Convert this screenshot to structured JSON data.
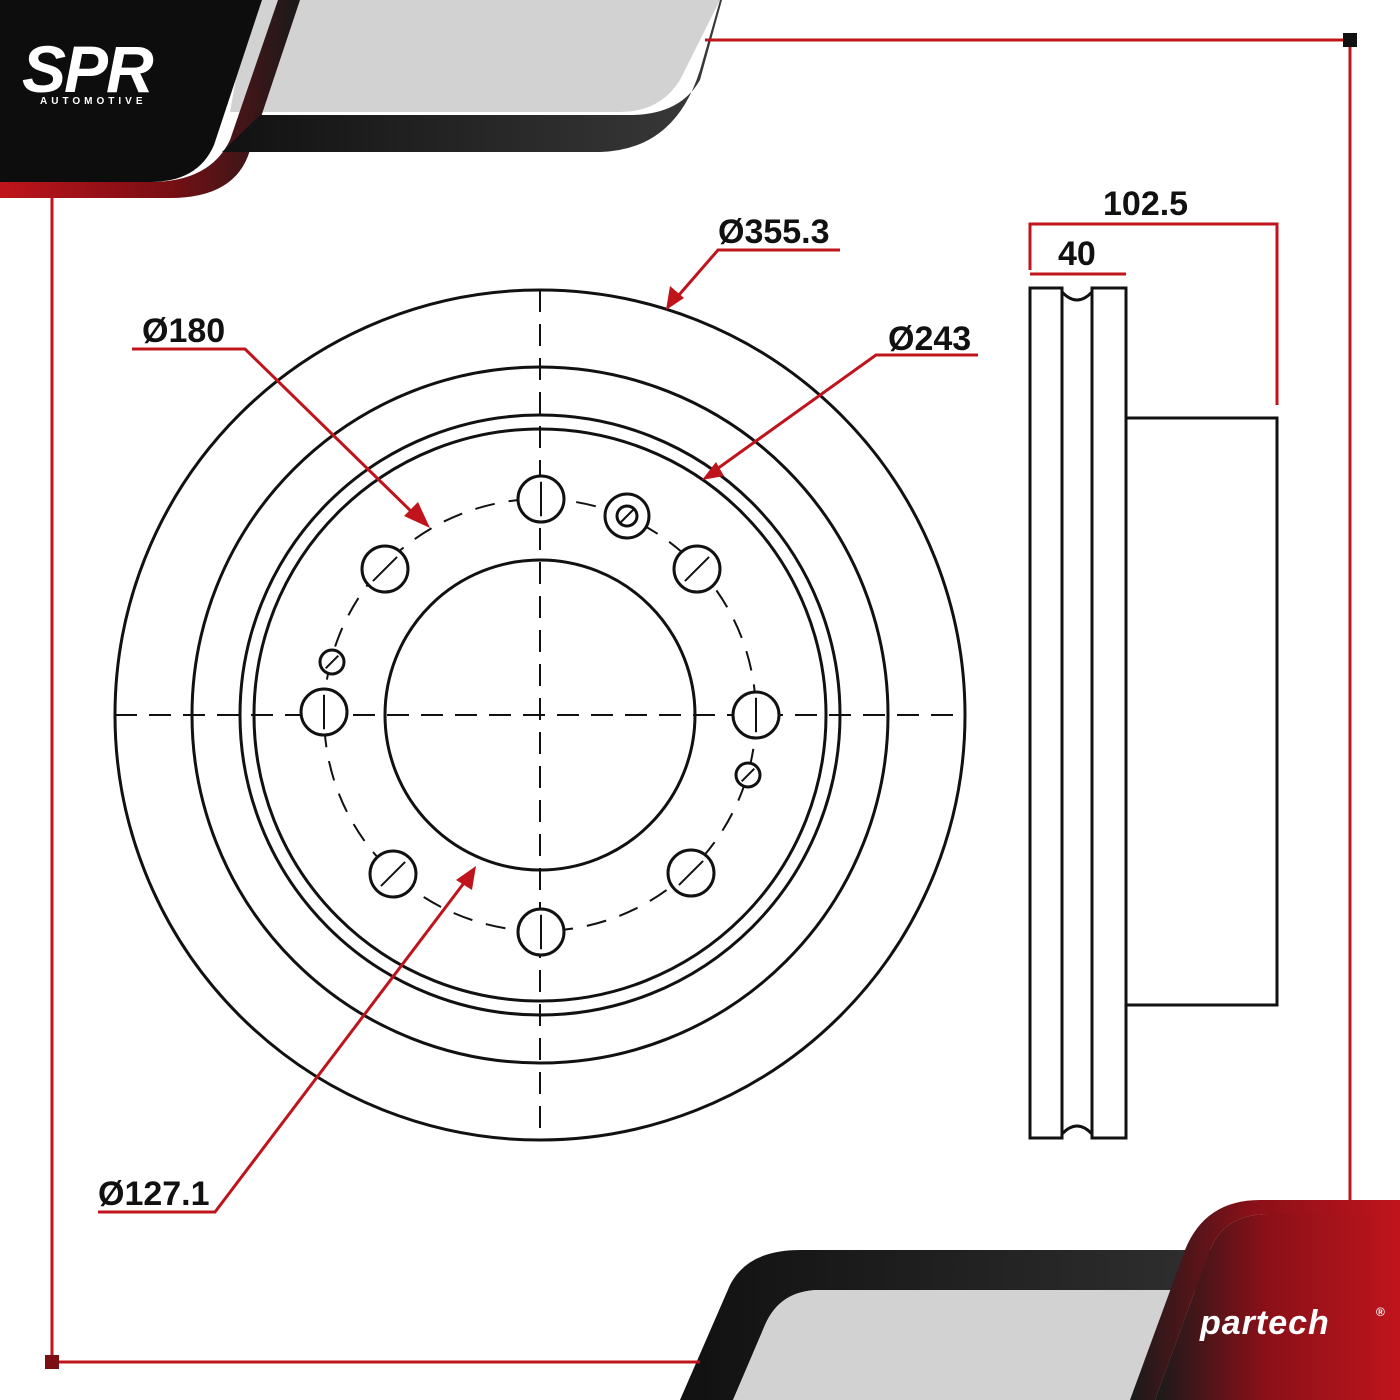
{
  "brand": {
    "logo_main": "SPR",
    "logo_sub": "AUTOMOTIVE",
    "partner_logo": "partech",
    "partner_mark": "®"
  },
  "colors": {
    "accent": "#c0141c",
    "line": "#111111",
    "dark": "#0d0d0d",
    "gray": "#d2d2d2"
  },
  "dimensions": {
    "outer_diameter": "Ø355.3",
    "friction_inner_diameter": "Ø243",
    "bolt_circle_diameter": "Ø180",
    "center_bore_diameter": "Ø127.1",
    "total_height": "102.5",
    "rotor_thickness": "40"
  }
}
